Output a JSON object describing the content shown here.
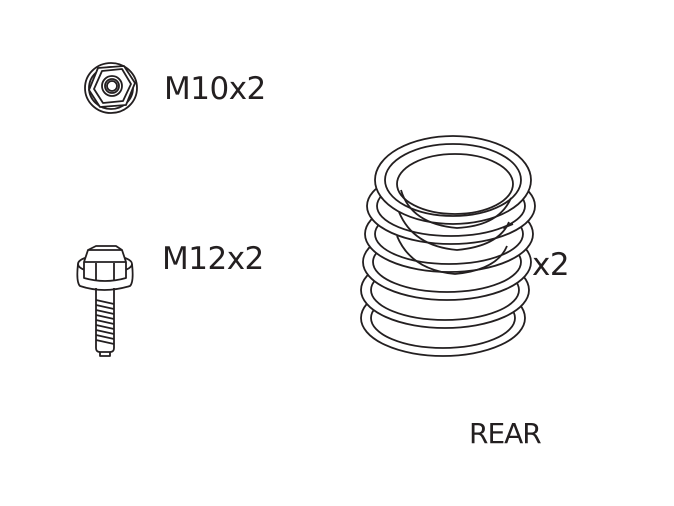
{
  "parts": {
    "nut": {
      "icon": "flange-nut-icon",
      "label": "M10x2"
    },
    "bolt": {
      "icon": "flange-bolt-icon",
      "label": "M12x2"
    },
    "spring": {
      "icon": "coil-spring-icon",
      "label": "x2"
    }
  },
  "caption": "REAR",
  "colors": {
    "line": "#231f20",
    "background": "#ffffff"
  }
}
